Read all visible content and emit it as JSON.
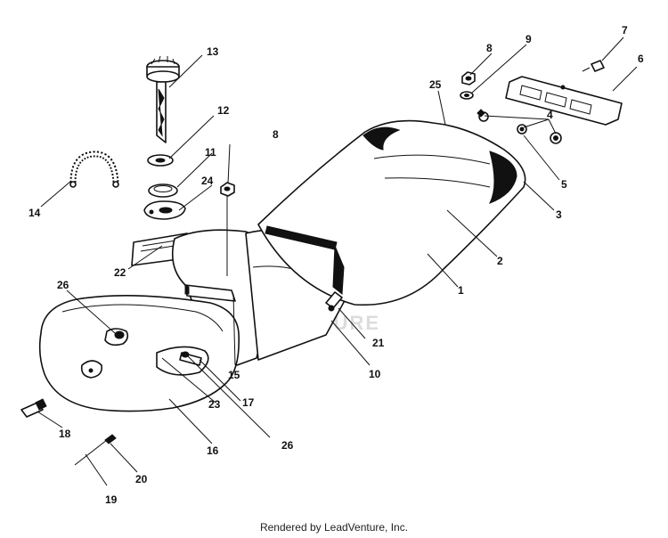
{
  "footer": "Rendered by LeadVenture, Inc.",
  "watermark": "LEADVENTURE",
  "callouts": {
    "c1": "1",
    "c2": "2",
    "c3": "3",
    "c4": "4",
    "c5": "5",
    "c6": "6",
    "c7": "7",
    "c8a": "8",
    "c8b": "8",
    "c9": "9",
    "c10": "10",
    "c11": "11",
    "c12": "12",
    "c13": "13",
    "c14": "14",
    "c15": "15",
    "c16": "16",
    "c17": "17",
    "c18": "18",
    "c19": "19",
    "c20": "20",
    "c21": "21",
    "c22": "22",
    "c23": "23",
    "c24": "24",
    "c25": "25",
    "c26a": "26",
    "c26b": "26"
  }
}
